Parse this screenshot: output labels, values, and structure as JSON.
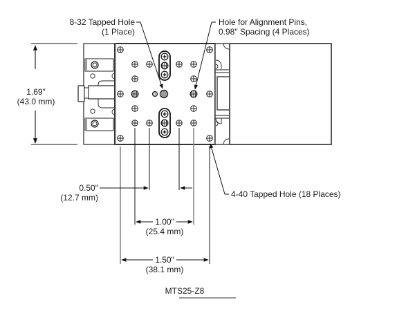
{
  "drawing": {
    "part_number": "MTS25-Z8",
    "annotations": {
      "tapped_832": {
        "line1": "8-32 Tapped Hole",
        "line2": "(1 Place)"
      },
      "alignment_pins": {
        "line1": "Hole for Alignment Pins,",
        "line2": "0.98\" Spacing (4 Places)"
      },
      "tapped_440": {
        "line1": "4-40 Tapped Hole (18 Places)"
      }
    },
    "dimensions": {
      "height": {
        "imperial": "1.69\"",
        "metric": "(43.0 mm)"
      },
      "spacing_050": {
        "imperial": "0.50\"",
        "metric": "(12.7 mm)"
      },
      "spacing_100": {
        "imperial": "1.00\"",
        "metric": "(25.4 mm)"
      },
      "spacing_150": {
        "imperial": "1.50\"",
        "metric": "(38.1 mm)"
      }
    }
  }
}
